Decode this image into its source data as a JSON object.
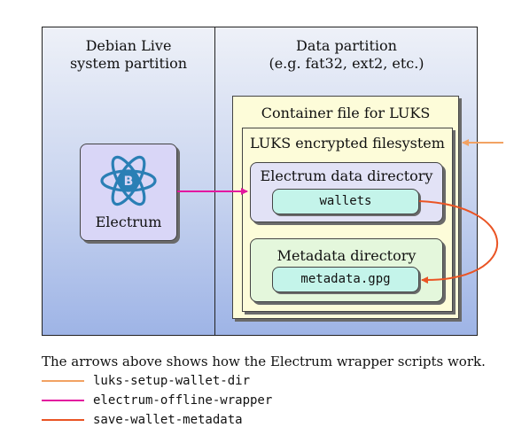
{
  "left_partition": {
    "title_line1": "Debian Live",
    "title_line2": "system partition"
  },
  "right_partition": {
    "title_line1": "Data partition",
    "title_line2": "(e.g. fat32, ext2, etc.)"
  },
  "container": {
    "title": "Container file for LUKS"
  },
  "luks": {
    "title": "LUKS encrypted filesystem"
  },
  "data_dir": {
    "title": "Electrum data directory",
    "file": "wallets"
  },
  "meta_dir": {
    "title": "Metadata directory",
    "file": "metadata.gpg"
  },
  "electrum": {
    "label": "Electrum",
    "icon": "electrum-atom-bitcoin-icon",
    "icon_symbol": "B"
  },
  "caption": "The arrows above shows how the Electrum wrapper scripts work.",
  "legend": [
    {
      "label": "luks-setup-wallet-dir",
      "color": "#f2a263"
    },
    {
      "label": "electrum-offline-wrapper",
      "color": "#e3179f"
    },
    {
      "label": "save-wallet-metadata",
      "color": "#ea5424"
    }
  ],
  "colors": {
    "electrum_blue": "#2a7fb5",
    "partition_gradient_top": "#eef1f8",
    "partition_gradient_bottom": "#9eb4e6"
  }
}
